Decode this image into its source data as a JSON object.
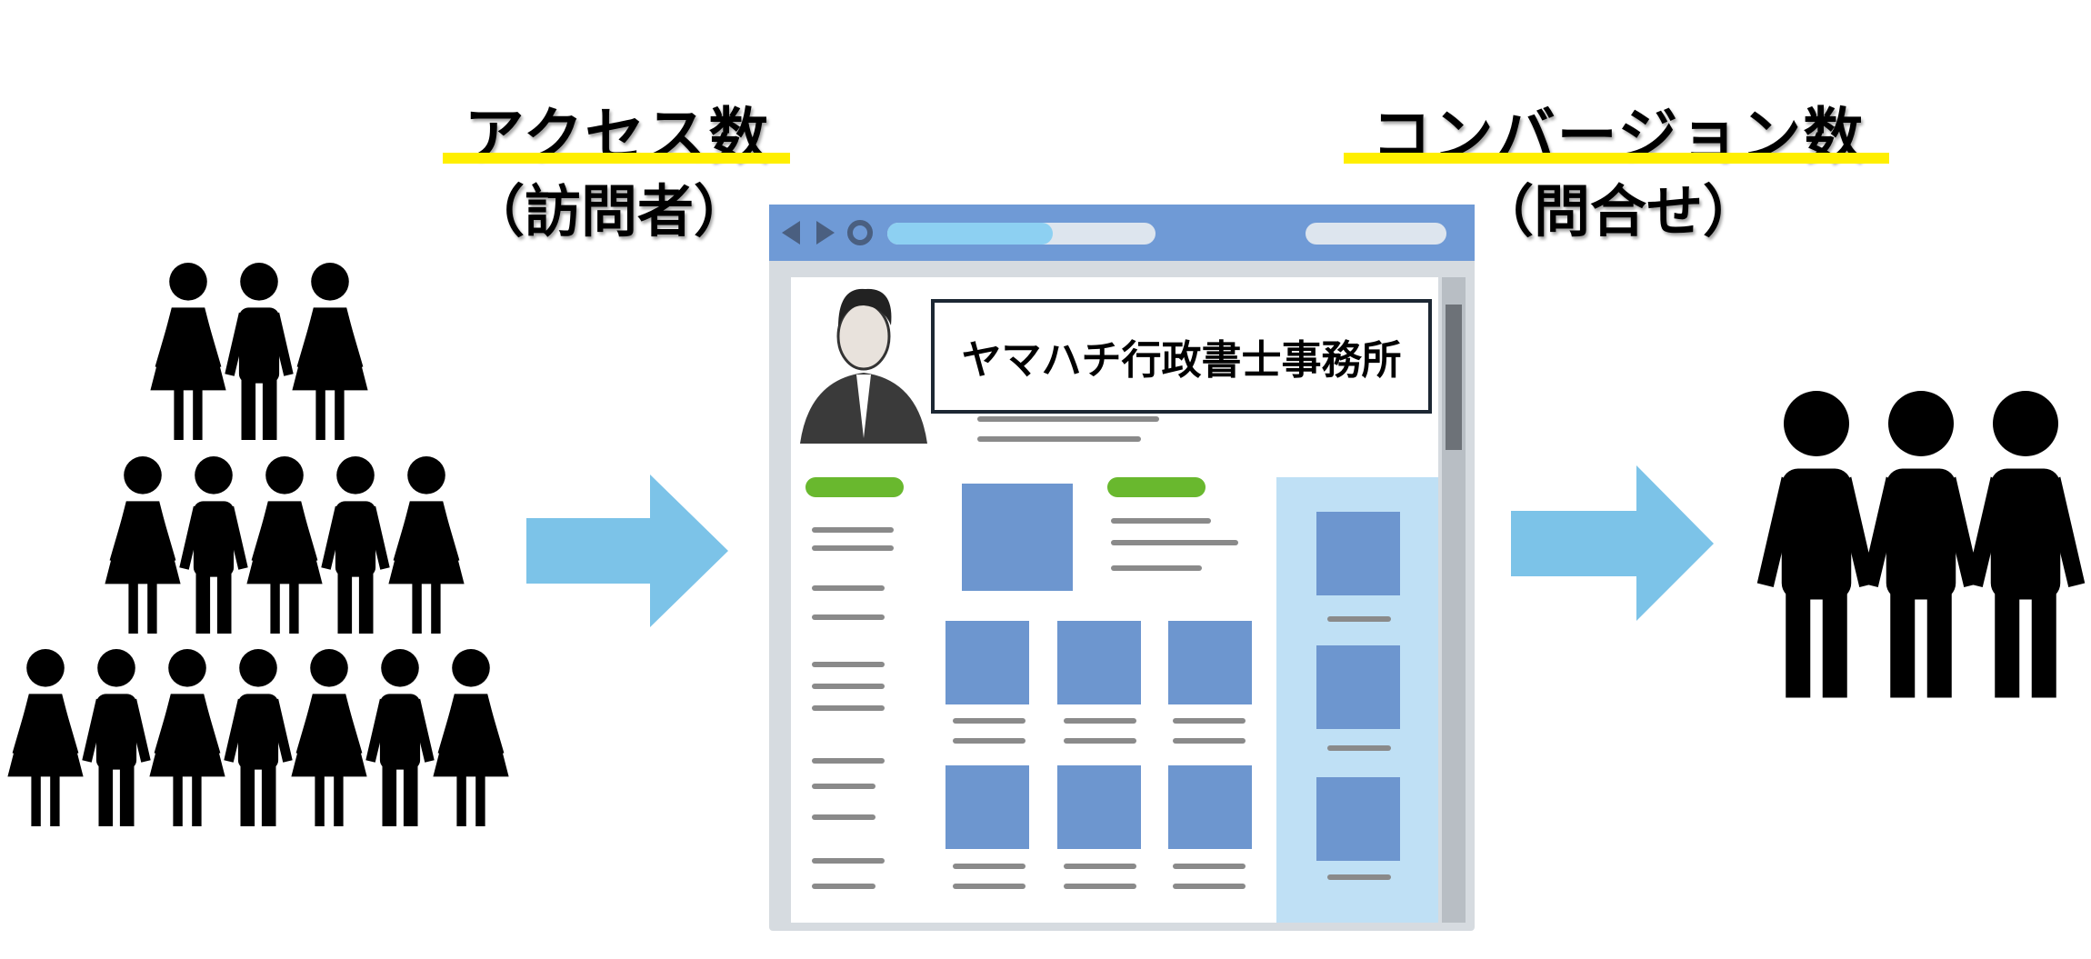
{
  "left_label": {
    "title": "アクセス数",
    "subtitle": "（訪問者）"
  },
  "right_label": {
    "title": "コンバージョン数",
    "subtitle": "（問合せ）"
  },
  "website": {
    "office_name": "ヤマハチ行政書士事務所"
  },
  "colors": {
    "highlight": "#ffef00",
    "arrow": "#7cc3e8",
    "browser_bar": "#6f9ad6",
    "content_block": "#6d96cf",
    "person": "#000000"
  },
  "visitors": {
    "rows": [
      3,
      5,
      7
    ]
  },
  "conversions": {
    "count": 3
  }
}
